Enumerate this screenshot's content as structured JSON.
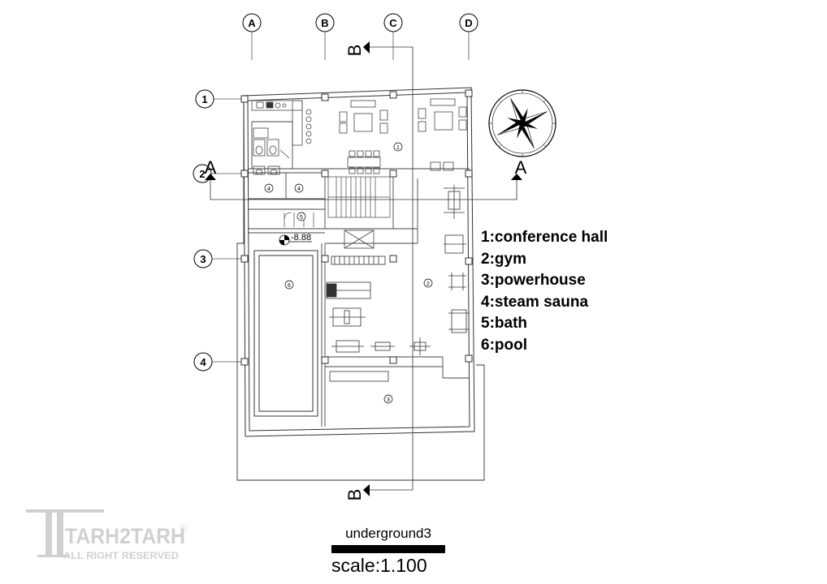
{
  "drawing": {
    "grid_columns": [
      "A",
      "B",
      "C",
      "D"
    ],
    "grid_rows": [
      "1",
      "2",
      "3",
      "4"
    ],
    "section_marks": {
      "a": "A",
      "b": "B"
    },
    "room_tags": [
      "1",
      "2",
      "3",
      "4",
      "4",
      "5",
      "6"
    ],
    "level_mark": "-8.88"
  },
  "legend": [
    "1:conference hall",
    "2:gym",
    "3:powerhouse",
    "4:steam sauna",
    "5:bath",
    "6:pool"
  ],
  "title": {
    "plan_name": "underground3",
    "scale": "scale:1.100"
  },
  "watermark": {
    "brand": "TARH2TARH",
    "copyright": "ALL RIGHT RESERVED",
    "symbol": "©"
  },
  "icons": {
    "compass": "north-arrow-compass-icon",
    "level": "level-marker-icon"
  }
}
